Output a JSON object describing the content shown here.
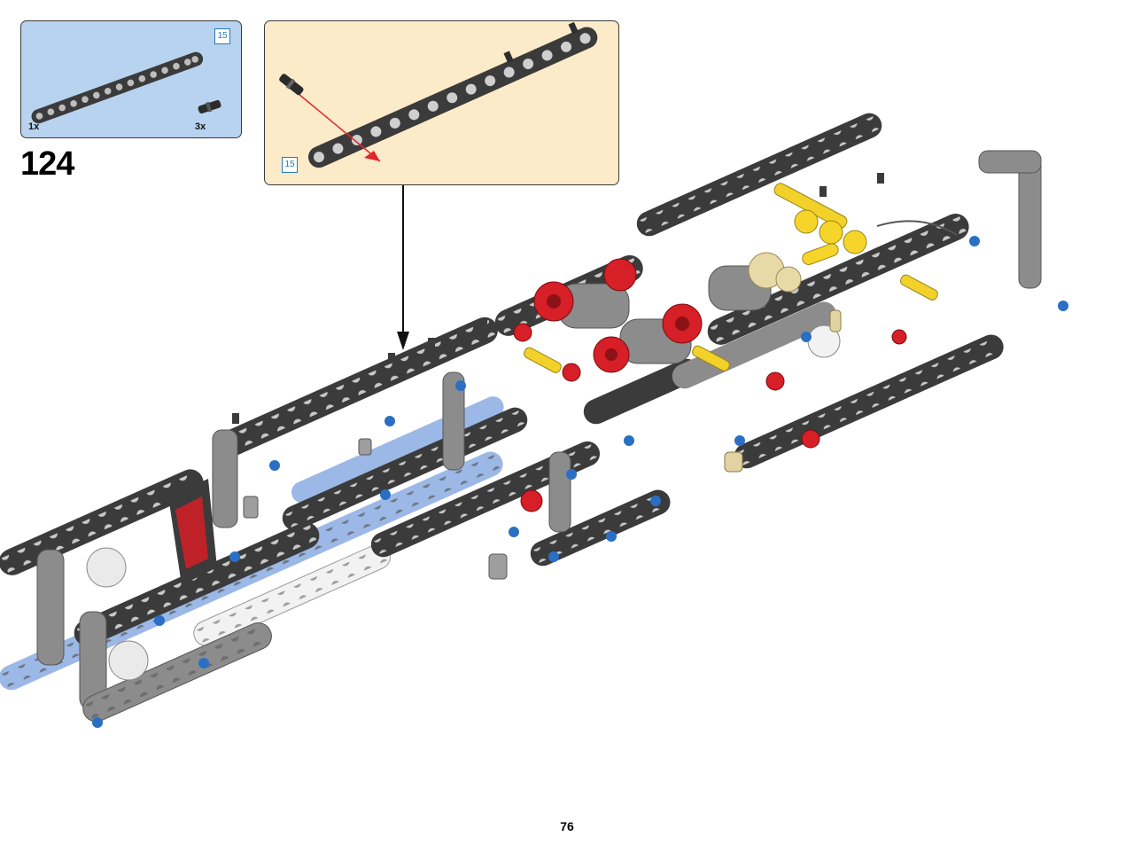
{
  "step": {
    "number": "124"
  },
  "parts_list": {
    "items": [
      {
        "name": "beam-15",
        "quantity": "1x",
        "length_badge": "15",
        "color": "#3b3b3b"
      },
      {
        "name": "connector-pin",
        "quantity": "3x",
        "color": "#2b2b2b"
      }
    ]
  },
  "callout": {
    "length_badge": "15"
  },
  "page": {
    "number": "76"
  },
  "colors": {
    "parts_bg": "#b7d3ef",
    "callout_bg": "#fcebc8",
    "beam_dark": "#3b3b3b",
    "beam_gray": "#8c8c8c",
    "beam_light_blue": "#9cb8e6",
    "beam_white": "#f2f2f2",
    "gear_red": "#d61f26",
    "axle_yellow": "#f2d22a",
    "pin_blue": "#2b6fc4"
  }
}
